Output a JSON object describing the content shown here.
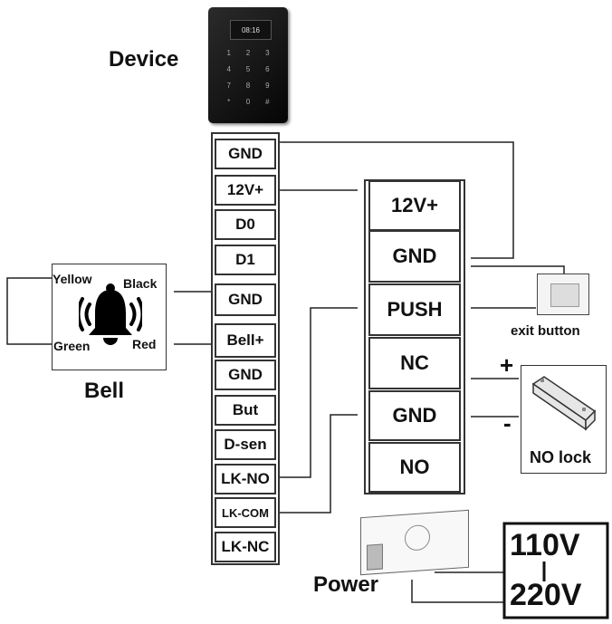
{
  "device": {
    "title": "Device",
    "screen_time": "08:16",
    "keys": [
      "1",
      "2",
      "3",
      "4",
      "5",
      "6",
      "7",
      "8",
      "9",
      "*",
      "0",
      "#"
    ]
  },
  "terminals": [
    "GND",
    "12V+",
    "D0",
    "D1",
    "GND",
    "Bell+",
    "GND",
    "But",
    "D-sen",
    "LK-NO",
    "LK-COM",
    "LK-NC"
  ],
  "controller": [
    "12V+",
    "GND",
    "PUSH",
    "NC",
    "GND",
    "NO"
  ],
  "bell": {
    "title": "Bell",
    "wires": {
      "yellow": "Yellow",
      "black": "Black",
      "green": "Green",
      "red": "Red"
    }
  },
  "exit_button": {
    "label": "exit button"
  },
  "lock": {
    "label": "NO lock",
    "plus": "+",
    "minus": "-"
  },
  "power": {
    "label": "Power",
    "voltage_1": "110V",
    "voltage_2": "220V"
  }
}
